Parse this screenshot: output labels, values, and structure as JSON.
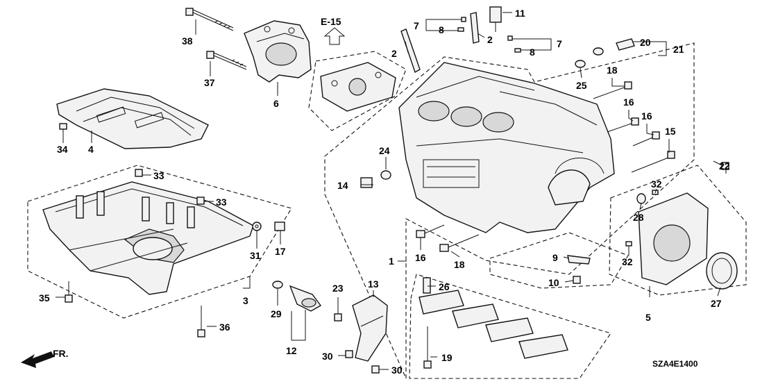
{
  "labels": {
    "p1": "1",
    "p2a": "2",
    "p2b": "2",
    "p3": "3",
    "p4": "4",
    "p5": "5",
    "p6": "6",
    "p7a": "7",
    "p7b": "7",
    "p8a": "8",
    "p8b": "8",
    "p9": "9",
    "p10": "10",
    "p11": "11",
    "p12": "12",
    "p13": "13",
    "p14": "14",
    "p15": "15",
    "p16a": "16",
    "p16b": "16",
    "p16c": "16",
    "p17": "17",
    "p18a": "18",
    "p18b": "18",
    "p19": "19",
    "p20": "20",
    "p21": "21",
    "p22": "22",
    "p23": "23",
    "p24": "24",
    "p25": "25",
    "p26": "26",
    "p27": "27",
    "p28": "28",
    "p29": "29",
    "p30a": "30",
    "p30b": "30",
    "p31": "31",
    "p32a": "32",
    "p32b": "32",
    "p33a": "33",
    "p33b": "33",
    "p34": "34",
    "p35": "35",
    "p36": "36",
    "p37": "37",
    "p38": "38"
  },
  "reference": "E-15",
  "front_label": "FR.",
  "diagram_code": "SZA4E1400"
}
